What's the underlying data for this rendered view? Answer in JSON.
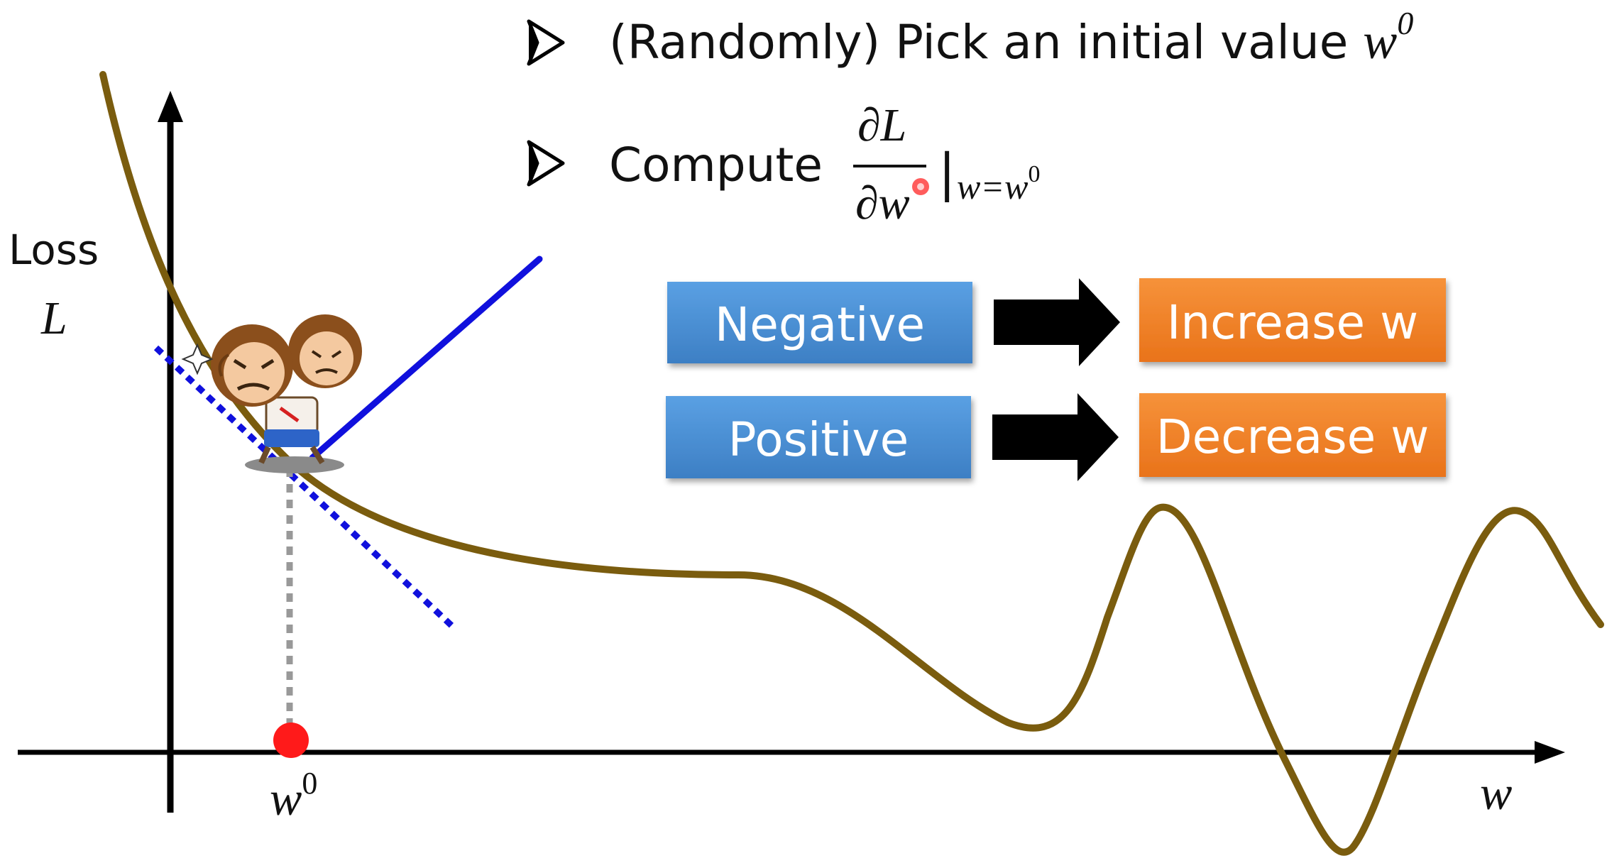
{
  "bullets": [
    {
      "marker": "➢",
      "text": "(Randomly) Pick an initial value ",
      "var": "w",
      "sup": "0"
    },
    {
      "marker": "➢",
      "text": "Compute",
      "frac_num": "∂L",
      "frac_den": "∂w",
      "bar": "|",
      "eval_sub": "w=w",
      "eval_sup": "0"
    }
  ],
  "axes": {
    "y_label_line1": "Loss",
    "y_label_line2": "L",
    "x_label": "w",
    "marker_label": "w",
    "marker_sup": "0"
  },
  "rules": [
    {
      "condition": "Negative",
      "action": "Increase w"
    },
    {
      "condition": "Positive",
      "action": "Decrease w"
    }
  ],
  "colors": {
    "curve": "#7a5c0e",
    "tangent": "#1010dd",
    "condition_box": "#4a90d6",
    "action_box": "#ef7f22",
    "arrow": "#000000",
    "point": "#ff1a1a",
    "dotted_drop": "#999999"
  },
  "icons": {
    "bullet": "arrowhead-bullet-icon",
    "rule_arrow": "block-right-arrow-icon",
    "character": "monkey-character-icon"
  }
}
